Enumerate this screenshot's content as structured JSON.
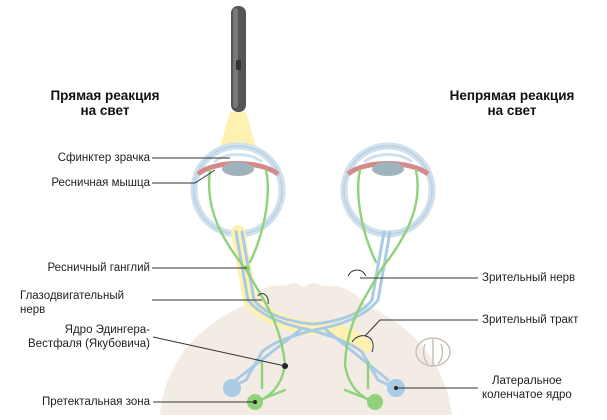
{
  "headings": {
    "direct": [
      "Прямая реакция",
      "на свет"
    ],
    "consensual": [
      "Непрямая реакция",
      "на свет"
    ]
  },
  "labels": {
    "sphincter": "Сфинктер зрачка",
    "ciliary_muscle": "Ресничная мышца",
    "ciliary_ganglion": "Ресничный ганглий",
    "oculomotor_nerve": [
      "Глазодвигательный",
      "нерв"
    ],
    "edinger_westphal": [
      "Ядро Эдингера-",
      "Вестфаля (Якубовича)"
    ],
    "pretectal_zone": "Претектальная зона",
    "optic_nerve": "Зрительный нерв",
    "optic_tract": "Зрительный тракт",
    "lgn": [
      "Латеральное",
      "коленчатое ядро"
    ]
  },
  "colors": {
    "visual_path": "#a9cbe6",
    "motor_path": "#8fd27a",
    "light_beam": "#fff1b0",
    "brain": "#f3ece4",
    "iris": "#d48a8a",
    "lens": "#9fb3bd",
    "leader": "#333333"
  }
}
